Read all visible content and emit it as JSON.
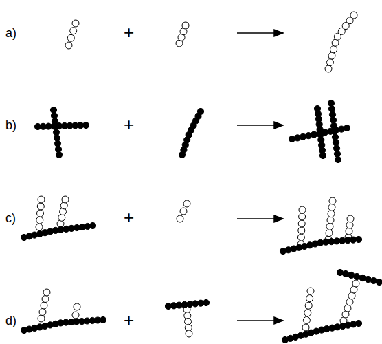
{
  "diagram": {
    "labels": [
      "a)",
      "+",
      "b)",
      "+",
      "c)",
      "+",
      "d)",
      "+"
    ]
  }
}
